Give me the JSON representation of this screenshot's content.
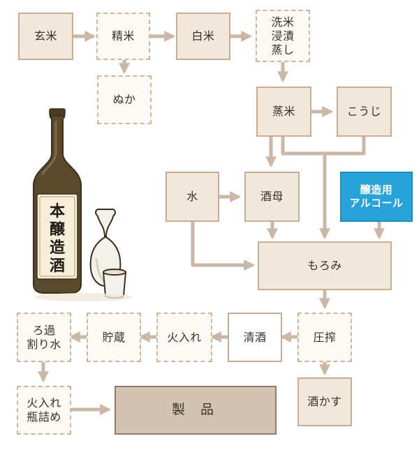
{
  "nodes": {
    "genmai": "玄米",
    "seimai": "精米",
    "hakumai": "白米",
    "senmai": "洗米\n浸漬\n蒸し",
    "nuka": "ぬか",
    "jomai": "蒸米",
    "koji": "こうじ",
    "mizu": "水",
    "shubo": "酒母",
    "alcohol": "醸造用\nアルコール",
    "moromi": "もろみ",
    "assaku": "圧搾",
    "seishu": "清酒",
    "hiire1": "火入れ",
    "chozo": "貯蔵",
    "rokawari": "ろ過\n割り水",
    "sakekasu": "酒かす",
    "hiire2": "火入れ\n瓶詰め",
    "seihin": "製 品"
  },
  "illustration": {
    "bottle_label": "本醸造酒",
    "colors": {
      "bottle": "#5a4a2c",
      "label": "#f6eed9",
      "tokkuri": "#f4f1ea"
    }
  },
  "colors": {
    "box_fill": "#f1e7db",
    "box_border": "#c9ad92",
    "arrow": "#cbb7a6",
    "alcohol_fill": "#27a3d9",
    "product_fill": "#d2c3b3"
  }
}
